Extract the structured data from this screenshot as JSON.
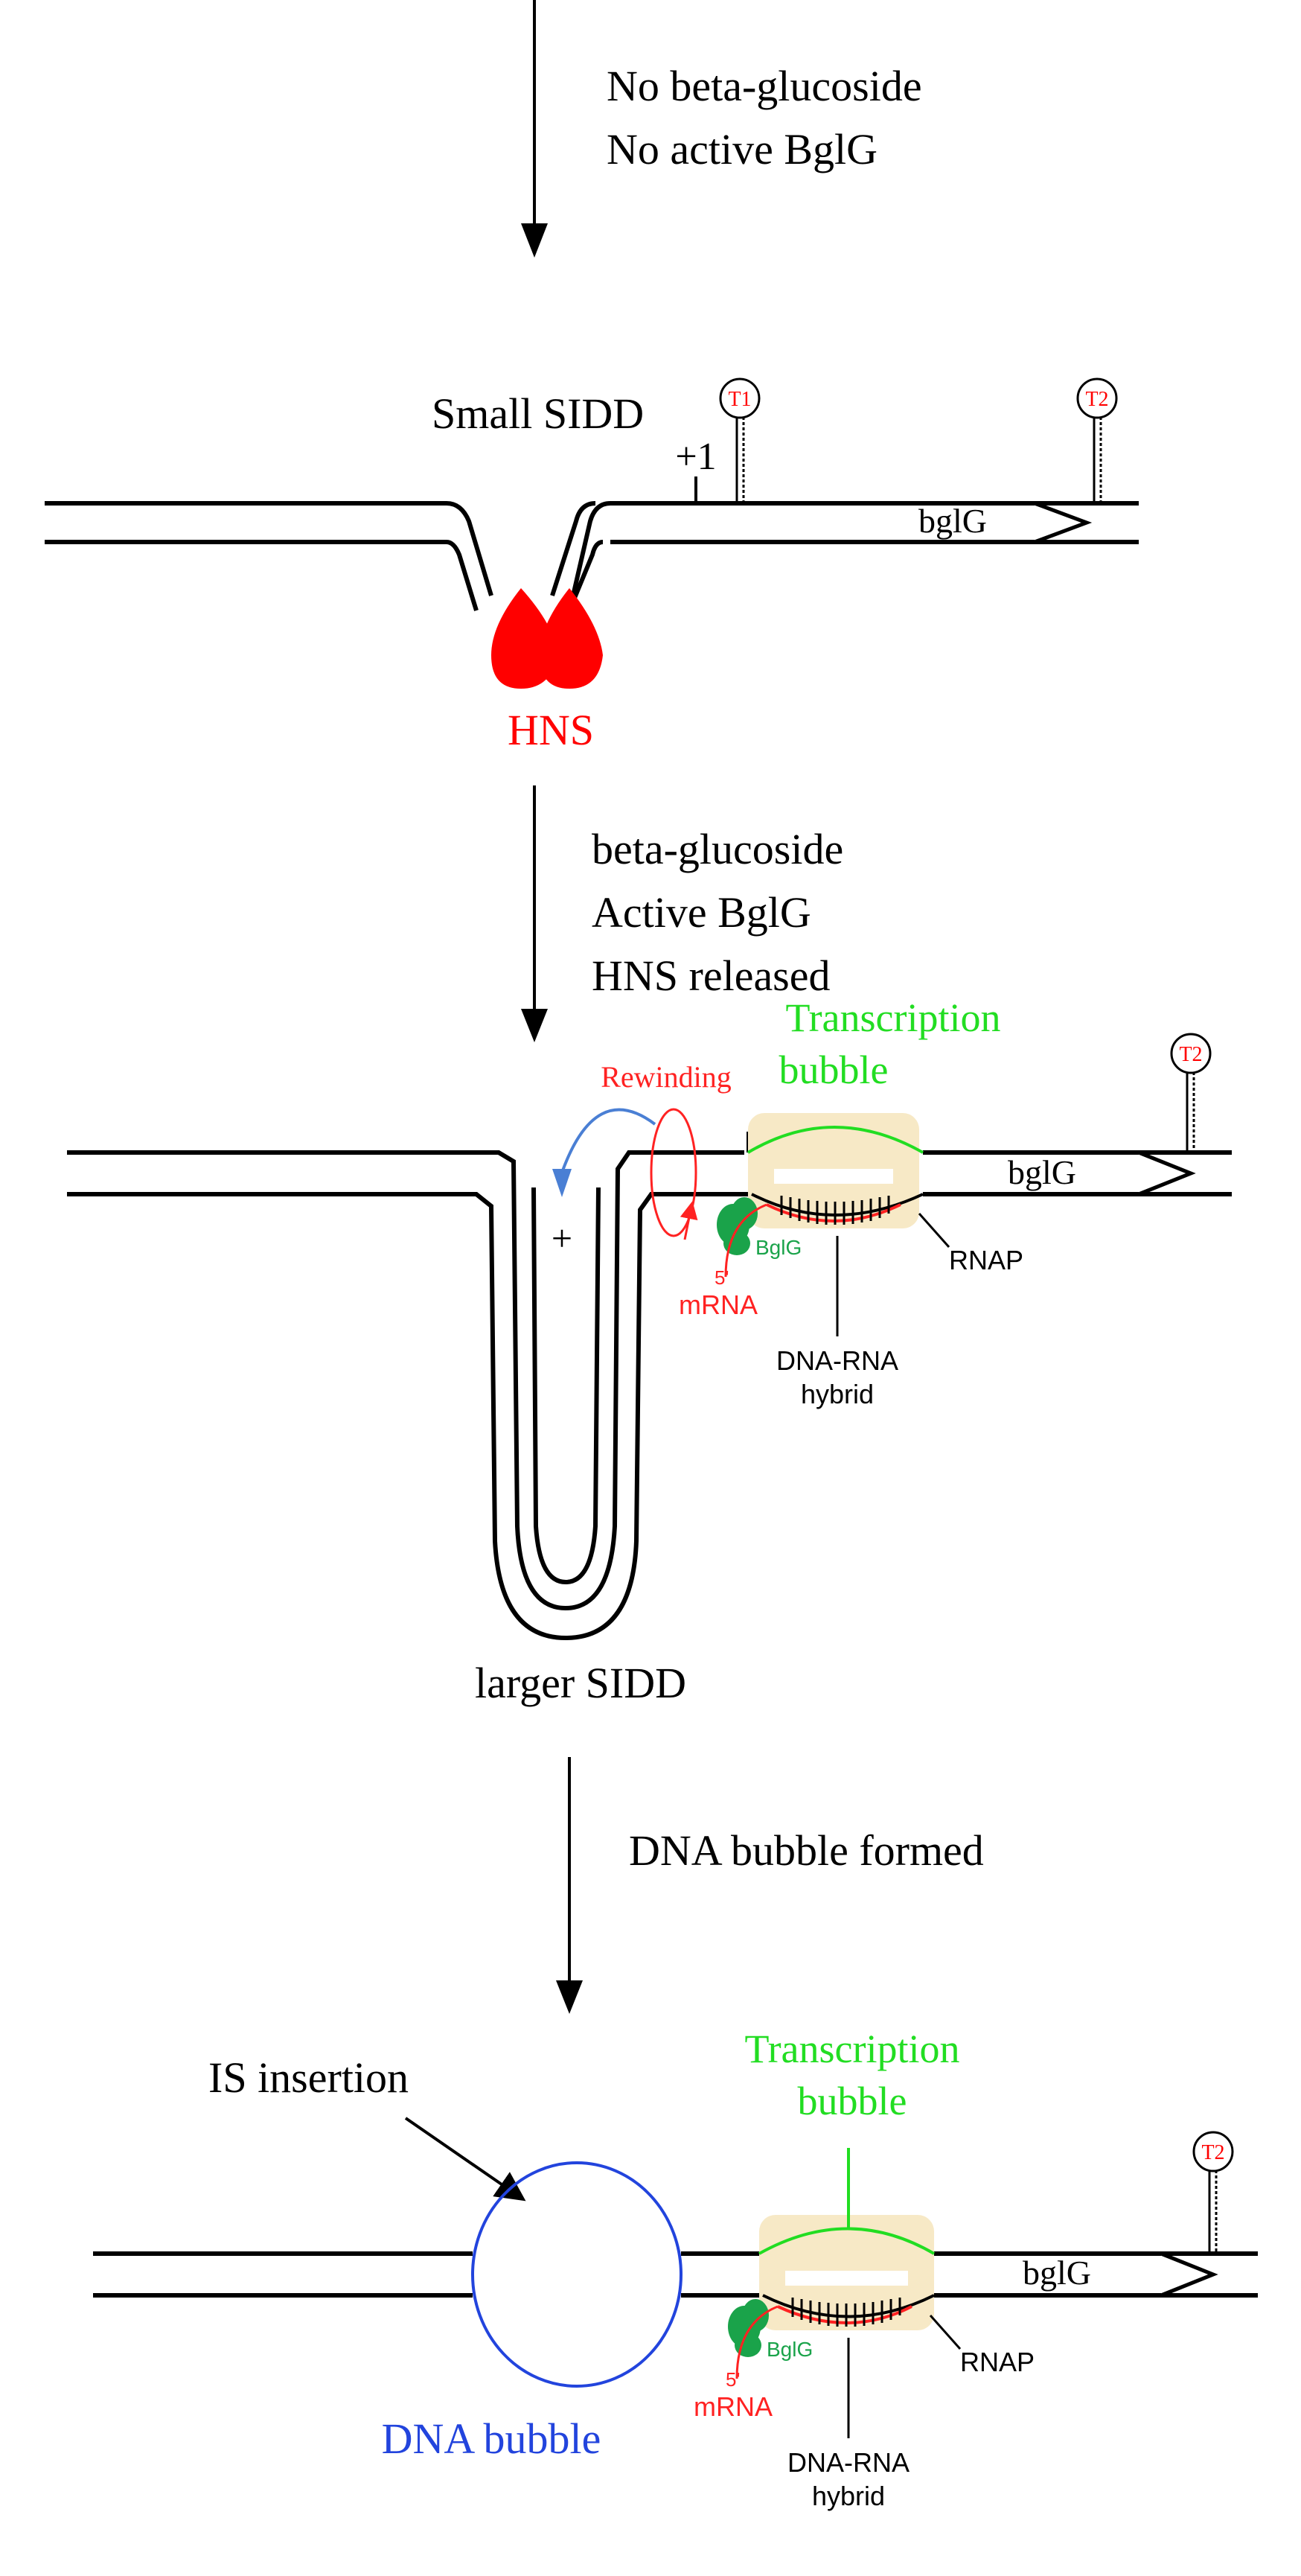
{
  "stage1": {
    "conditions": [
      "No beta-glucoside",
      "No active BglG"
    ]
  },
  "stage2": {
    "sidd_label": "Small SIDD",
    "tss_label": "+1",
    "terminator1": "T1",
    "terminator2": "T2",
    "gene_label": "bglG",
    "protein_label": "HNS"
  },
  "transition2": {
    "conditions": [
      "beta-glucoside",
      "Active BglG",
      "HNS released"
    ]
  },
  "stage3": {
    "transcription_bubble": [
      "Transcription",
      "bubble"
    ],
    "rewinding_label": "Rewinding",
    "plus_label": "+",
    "gene_label": "bglG",
    "terminator2": "T2",
    "bglg_protein": "BglG",
    "mrna_5prime": "5'",
    "mrna_label": "mRNA",
    "rnap_label": "RNAP",
    "hybrid_label": [
      "DNA-RNA",
      "hybrid"
    ],
    "sidd_label": "larger SIDD"
  },
  "transition3": {
    "condition": "DNA bubble formed"
  },
  "stage4": {
    "is_insertion_label": "IS insertion",
    "transcription_bubble": [
      "Transcription",
      "bubble"
    ],
    "gene_label": "bglG",
    "terminator2": "T2",
    "bglg_protein": "BglG",
    "mrna_5prime": "5'",
    "mrna_label": "mRNA",
    "rnap_label": "RNAP",
    "hybrid_label": [
      "DNA-RNA",
      "hybrid"
    ],
    "dna_bubble_label": "DNA bubble"
  },
  "colors": {
    "black": "#000000",
    "hns_red": "#ff0000",
    "transcription_green": "#22dd22",
    "protein_green": "#1aa34a",
    "rnap_fill": "#f7e9c6",
    "rewinding_red": "#ff2222",
    "bubble_blue": "#2244dd",
    "arrow_blue": "#4a7fd4"
  },
  "icons": [
    "down-arrow-icon",
    "terminator-hairpin-icon",
    "gene-arrow-icon",
    "hns-protein-icon",
    "bglg-protein-icon"
  ]
}
